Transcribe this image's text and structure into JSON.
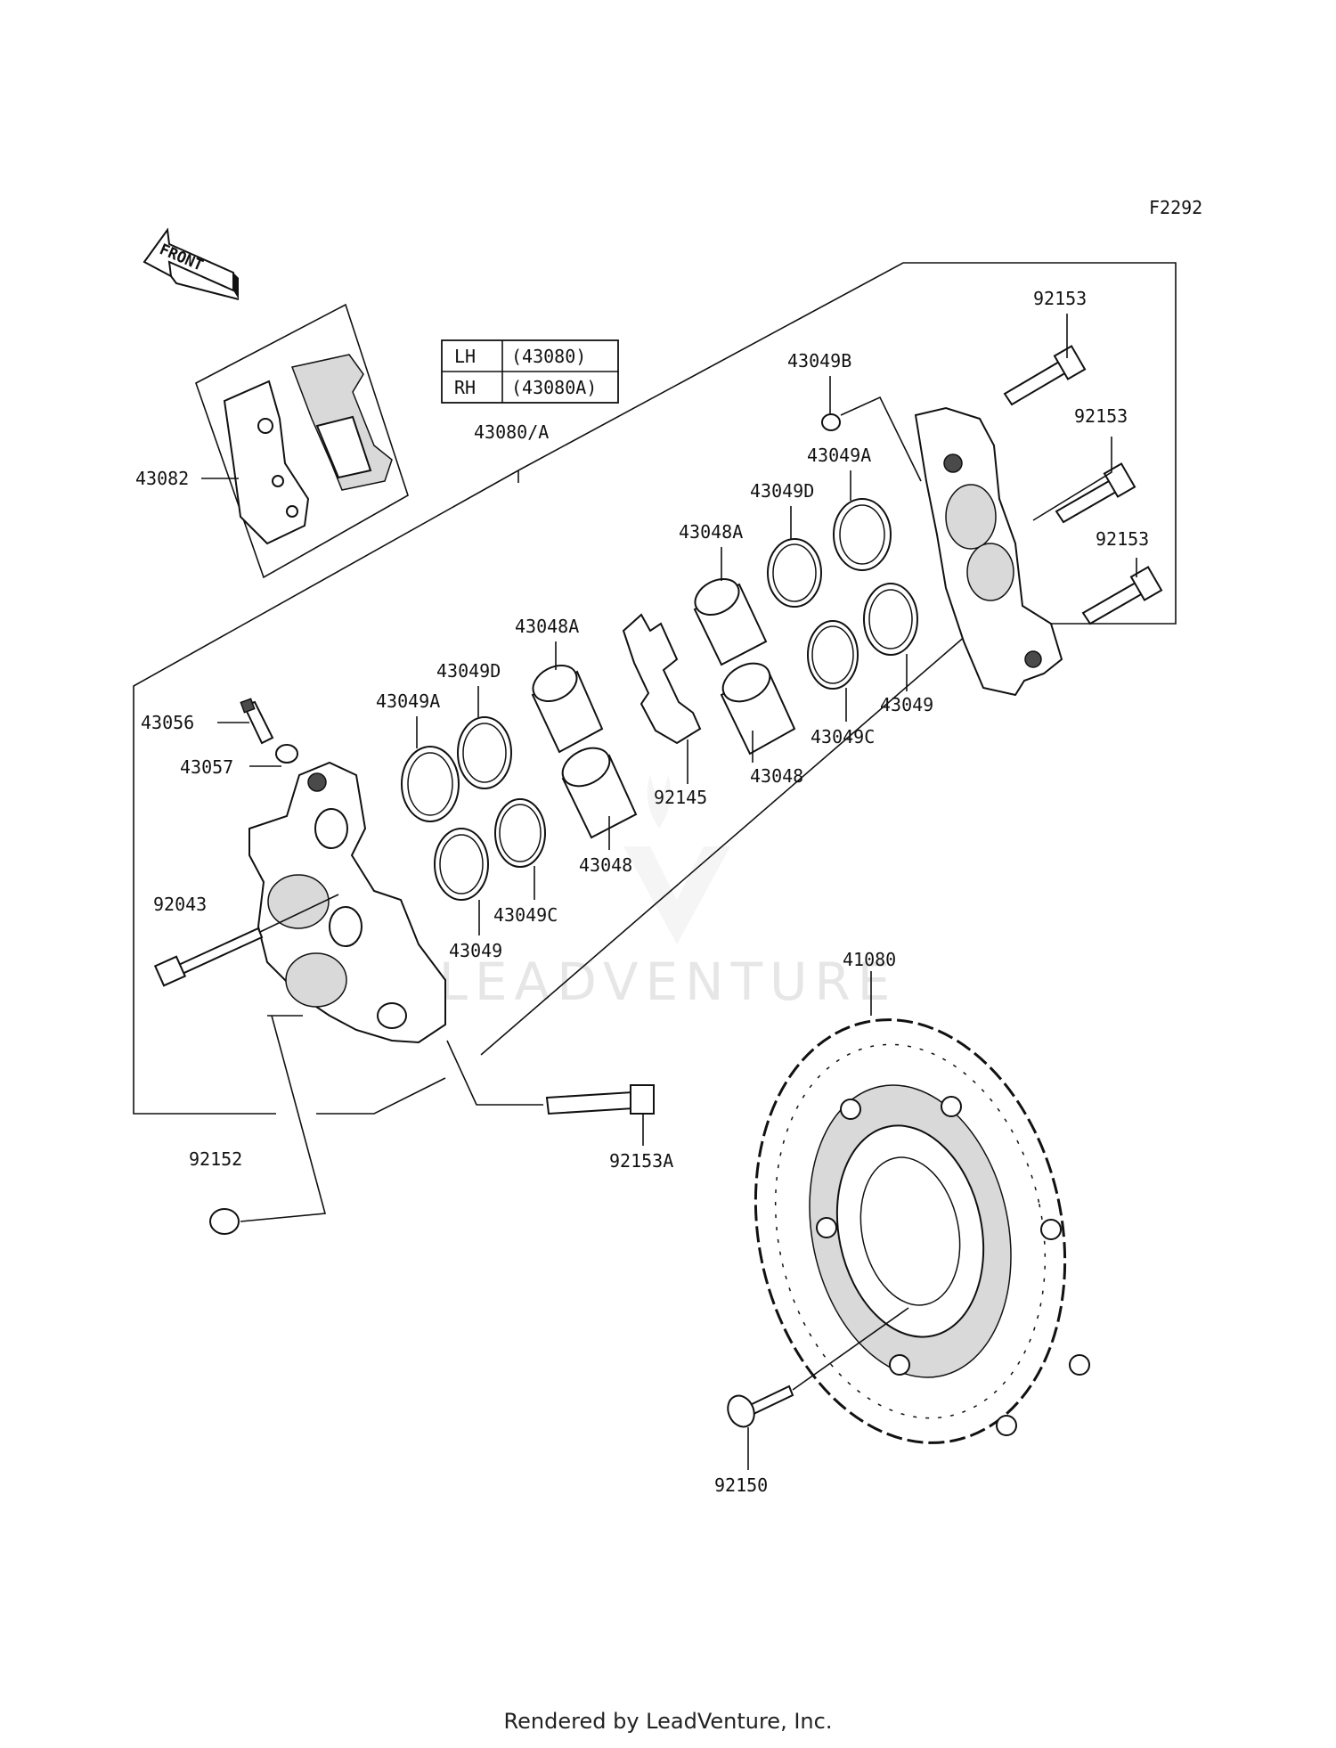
{
  "figure_code": "F2292",
  "front_arrow_label": "FRONT",
  "side_table": [
    {
      "side": "LH",
      "part": "(43080)"
    },
    {
      "side": "RH",
      "part": "(43080A)"
    }
  ],
  "labels": {
    "l92153_1": "92153",
    "l43049B": "43049B",
    "l92153_2": "92153",
    "l43049A_r": "43049A",
    "l43049D_r": "43049D",
    "l92153_3": "92153",
    "l43048A_r": "43048A",
    "l43080A": "43080/A",
    "l43082": "43082",
    "l43048A_l": "43048A",
    "l43049D_l": "43049D",
    "l43049A_l": "43049A",
    "l43056": "43056",
    "l43057": "43057",
    "l92145": "92145",
    "l43048_r": "43048",
    "l43049C_r": "43049C",
    "l43049_r": "43049",
    "l43048_l": "43048",
    "l43049C_l": "43049C",
    "l43049_l": "43049",
    "l92043": "92043",
    "l41080": "41080",
    "l92153A": "92153A",
    "l92152": "92152",
    "l92150": "92150"
  },
  "watermark": "LEADVENTURE",
  "footer": "Rendered by LeadVenture, Inc."
}
